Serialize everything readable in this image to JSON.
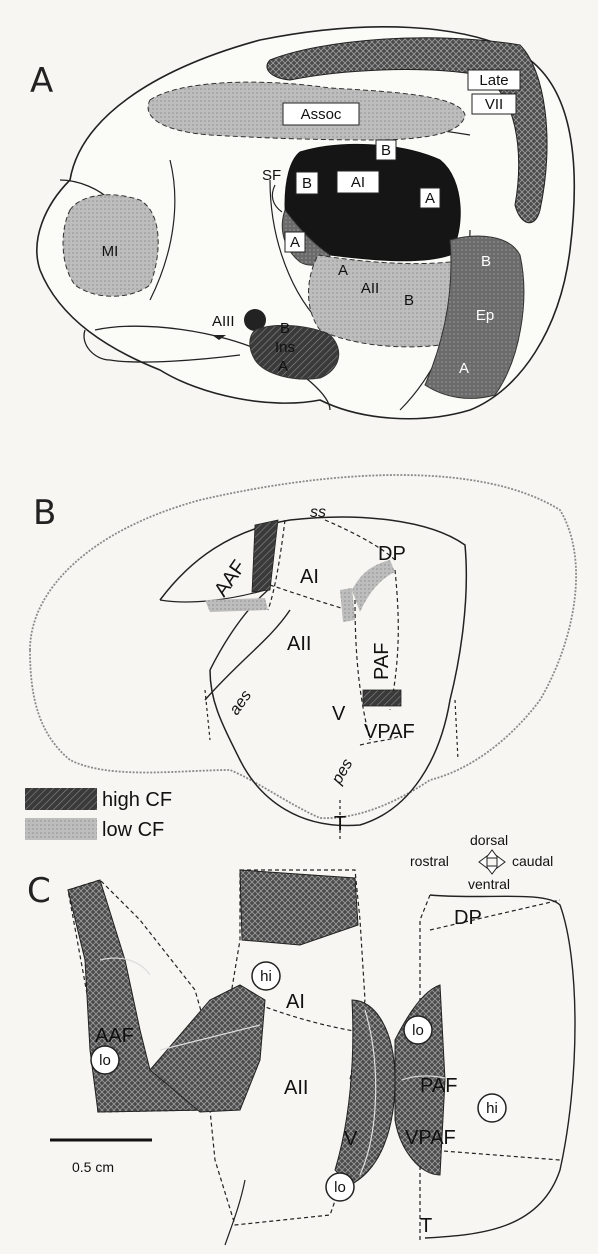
{
  "panels": {
    "a": {
      "letter": "A",
      "labels": {
        "assoc": "Assoc",
        "late_vii_1": "Late",
        "late_vii_2": "VII",
        "mi": "MI",
        "sf": "SF",
        "ai": "AI",
        "aii": "AII",
        "aiii": "AIII",
        "ins": "Ins",
        "ep": "Ep",
        "b": "B",
        "a": "A"
      }
    },
    "b": {
      "letter": "B",
      "labels": {
        "ss": "ss",
        "aaf": "AAF",
        "ai": "AI",
        "dp": "DP",
        "aii": "AII",
        "paf": "PAF",
        "aes": "aes",
        "v": "V",
        "vpaf": "VPAF",
        "pes": "pes",
        "t": "T"
      },
      "legend": {
        "high": "high  CF",
        "low": "low  CF"
      },
      "orientation": {
        "dorsal": "dorsal",
        "ventral": "ventral",
        "rostral": "rostral",
        "caudal": "caudal"
      }
    },
    "c": {
      "letter": "C",
      "labels": {
        "aaf": "AAF",
        "ai": "AI",
        "aii": "AII",
        "dp": "DP",
        "paf": "PAF",
        "v": "V",
        "vpaf": "VPAF",
        "t": "T",
        "hi": "hi",
        "lo": "lo"
      },
      "scale_bar": "0.5 cm"
    }
  },
  "colors": {
    "dark": "#2c2c2c",
    "mid": "#5a5a5a",
    "light": "#b4b4b4",
    "ink": "#111111"
  }
}
